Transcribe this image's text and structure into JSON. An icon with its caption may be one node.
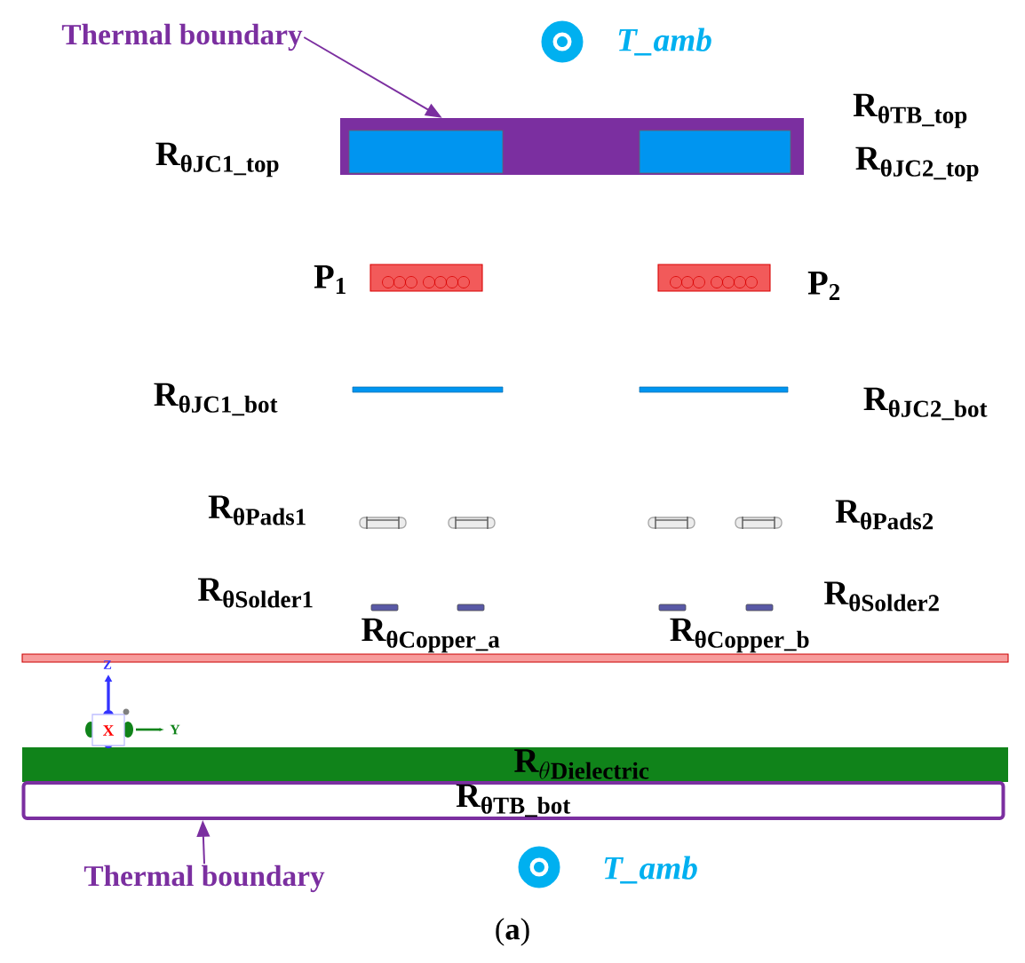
{
  "diagram": {
    "caption": "(**a**)",
    "nodes": [
      {
        "text": [
          "Thermal boundary"
        ]
      },
      {
        "text": [],
        "shape": "bar"
      },
      {
        "text": [
          "Thermal boundary"
        ]
      },
      {
        "text": [
          "R$_{θTB_bot}$"
        ]
      }
    ],
    "edges": [
      {
        "from": 0,
        "to": 1,
        "arrow": "to"
      },
      {
        "from": 2,
        "to": 3,
        "arrow": "to"
      }
    ],
    "labels": [
      "T_amb",
      "R$_{θTB_top}$",
      "R$_{θJC1_top}$",
      "R$_{θJC2_top}$",
      "P$_{1}$",
      "P$_{2}$",
      "R$_{θJC1_bot}$",
      "R$_{θJC2_bot}$",
      "R$_{θPads1}$",
      "R$_{θPads2}$",
      "R$_{θSolder1}$",
      "R$_{θSolder2}$",
      "R$_{θCopper_a}$",
      "R$_{θCopper_b}$",
      "Z",
      "X",
      "Y",
      "\\mathbf{R}_{\\theta\\mathbf{Dielectric}}",
      "T_amb"
    ]
  }
}
